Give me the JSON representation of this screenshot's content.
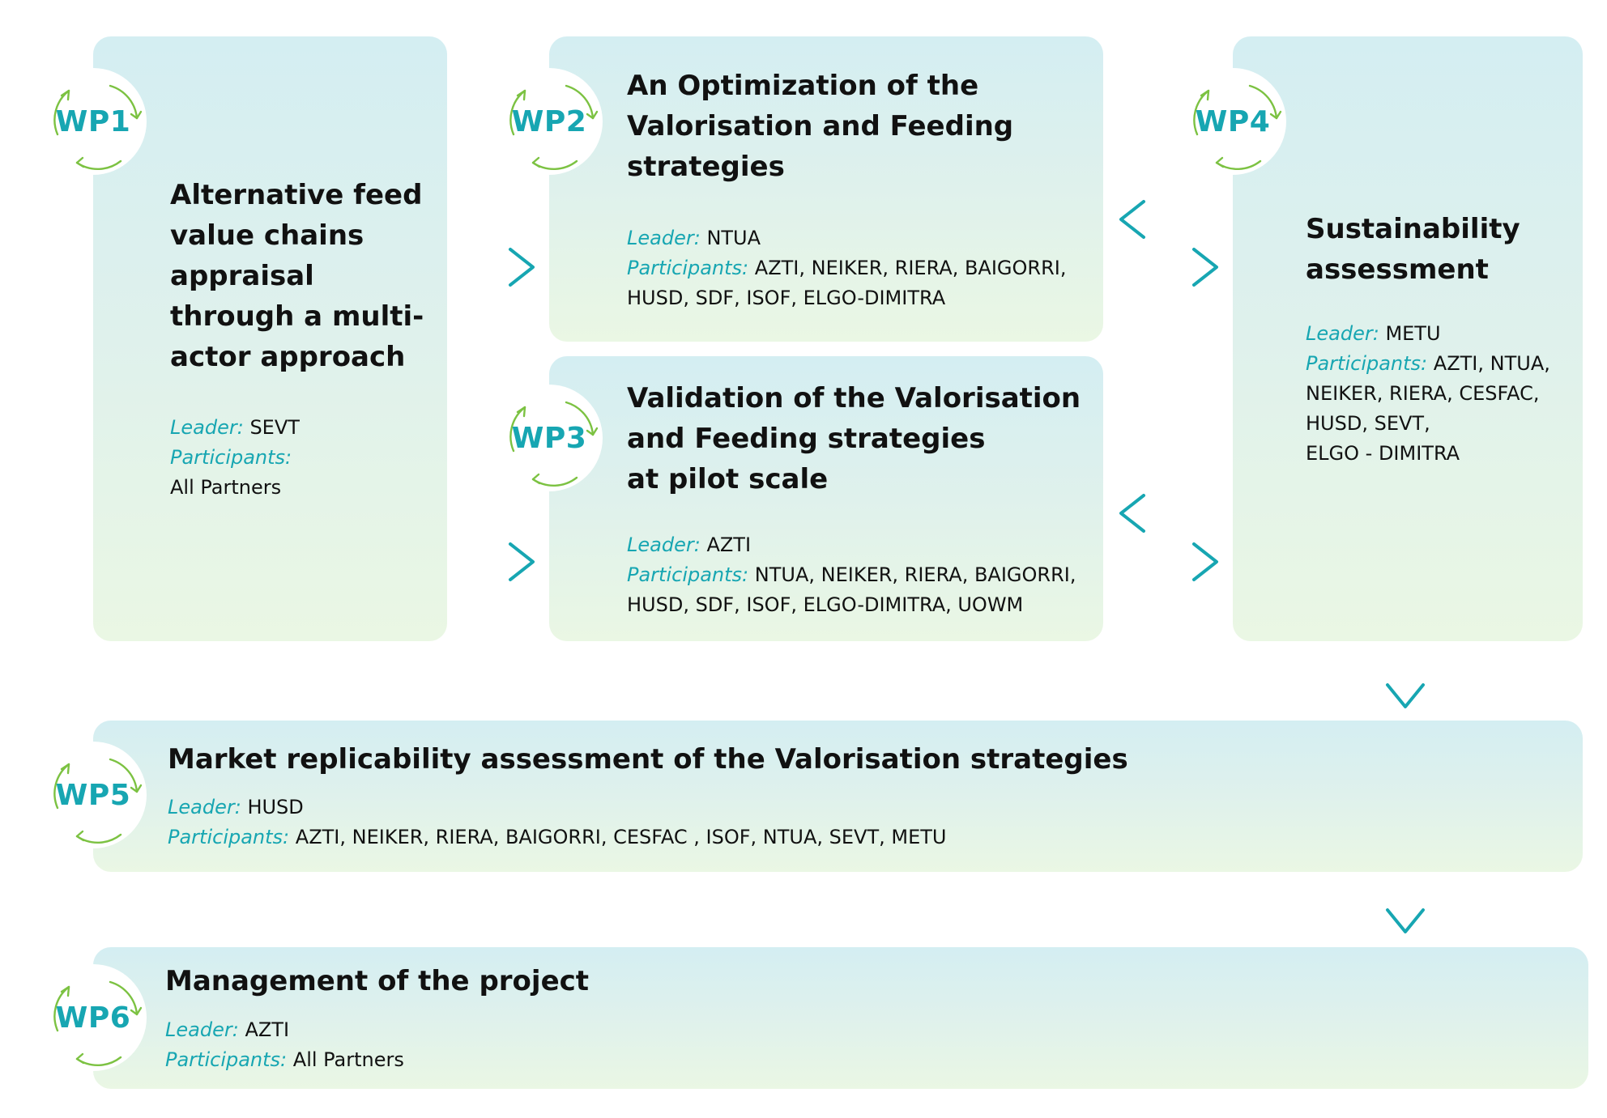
{
  "colors": {
    "accent": "#17a6b2",
    "cycle": "#7cc242",
    "box_top": "#d4eef2",
    "box_bottom": "#eaf7e4"
  },
  "icons": {
    "badge_cycle": "circular-refresh-arrows"
  },
  "wp1": {
    "code": "WP1",
    "title": [
      "Alternative feed",
      "value chains",
      "appraisal",
      "through a multi-",
      "actor approach"
    ],
    "leader_label": "Leader:",
    "leader": "SEVT",
    "participants_label": "Participants:",
    "participants": [
      "All Partners"
    ]
  },
  "wp2": {
    "code": "WP2",
    "title": [
      "An Optimization of the",
      "Valorisation and Feeding",
      "strategies"
    ],
    "leader_label": "Leader:",
    "leader": "NTUA",
    "participants_label": "Participants:",
    "participants": [
      "AZTI, NEIKER, RIERA, BAIGORRI,",
      "HUSD, SDF, ISOF, ELGO-DIMITRA"
    ]
  },
  "wp3": {
    "code": "WP3",
    "title": [
      "Validation of the Valorisation",
      "and Feeding strategies",
      "at pilot scale"
    ],
    "leader_label": "Leader:",
    "leader": "AZTI",
    "participants_label": "Participants:",
    "participants": [
      "NTUA, NEIKER, RIERA, BAIGORRI,",
      "HUSD, SDF, ISOF, ELGO-DIMITRA, UOWM"
    ]
  },
  "wp4": {
    "code": "WP4",
    "title": [
      "Sustainability",
      "assessment"
    ],
    "leader_label": "Leader:",
    "leader": "METU",
    "participants_label": "Participants:",
    "participants": [
      "AZTI, NTUA,",
      "NEIKER, RIERA, CESFAC,",
      "HUSD, SEVT,",
      "ELGO - DIMITRA"
    ]
  },
  "wp5": {
    "code": "WP5",
    "title": "Market replicability assessment of the Valorisation strategies",
    "leader_label": "Leader:",
    "leader": "HUSD",
    "participants_label": "Participants:",
    "participants": "AZTI, NEIKER, RIERA, BAIGORRI, CESFAC , ISOF, NTUA, SEVT, METU"
  },
  "wp6": {
    "code": "WP6",
    "title": "Management of the project",
    "leader_label": "Leader:",
    "leader": "AZTI",
    "participants_label": "Participants:",
    "participants": "All Partners"
  }
}
